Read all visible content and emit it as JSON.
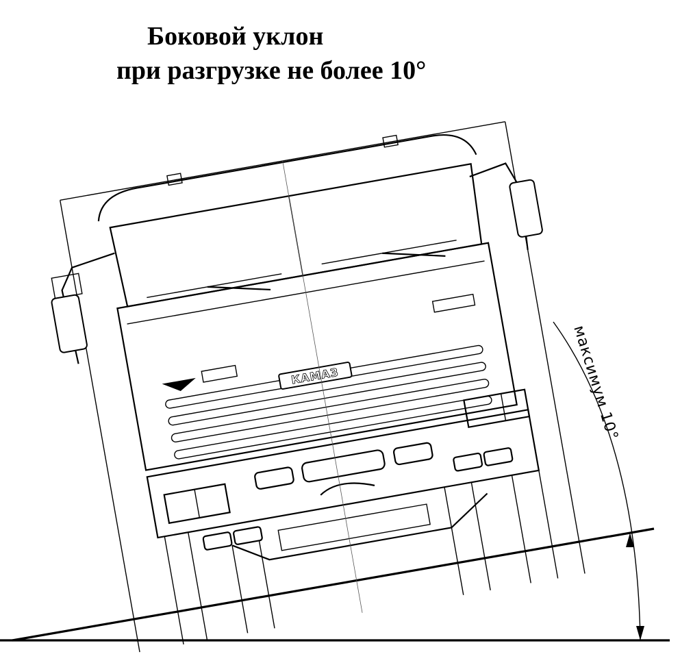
{
  "title": {
    "line1": "Боковой уклон",
    "line2": "при разгрузке не более 10°"
  },
  "diagram": {
    "angle_label": "максимум 10°",
    "brand_plate": "КАМАЗ",
    "tilt_degrees": 10
  }
}
